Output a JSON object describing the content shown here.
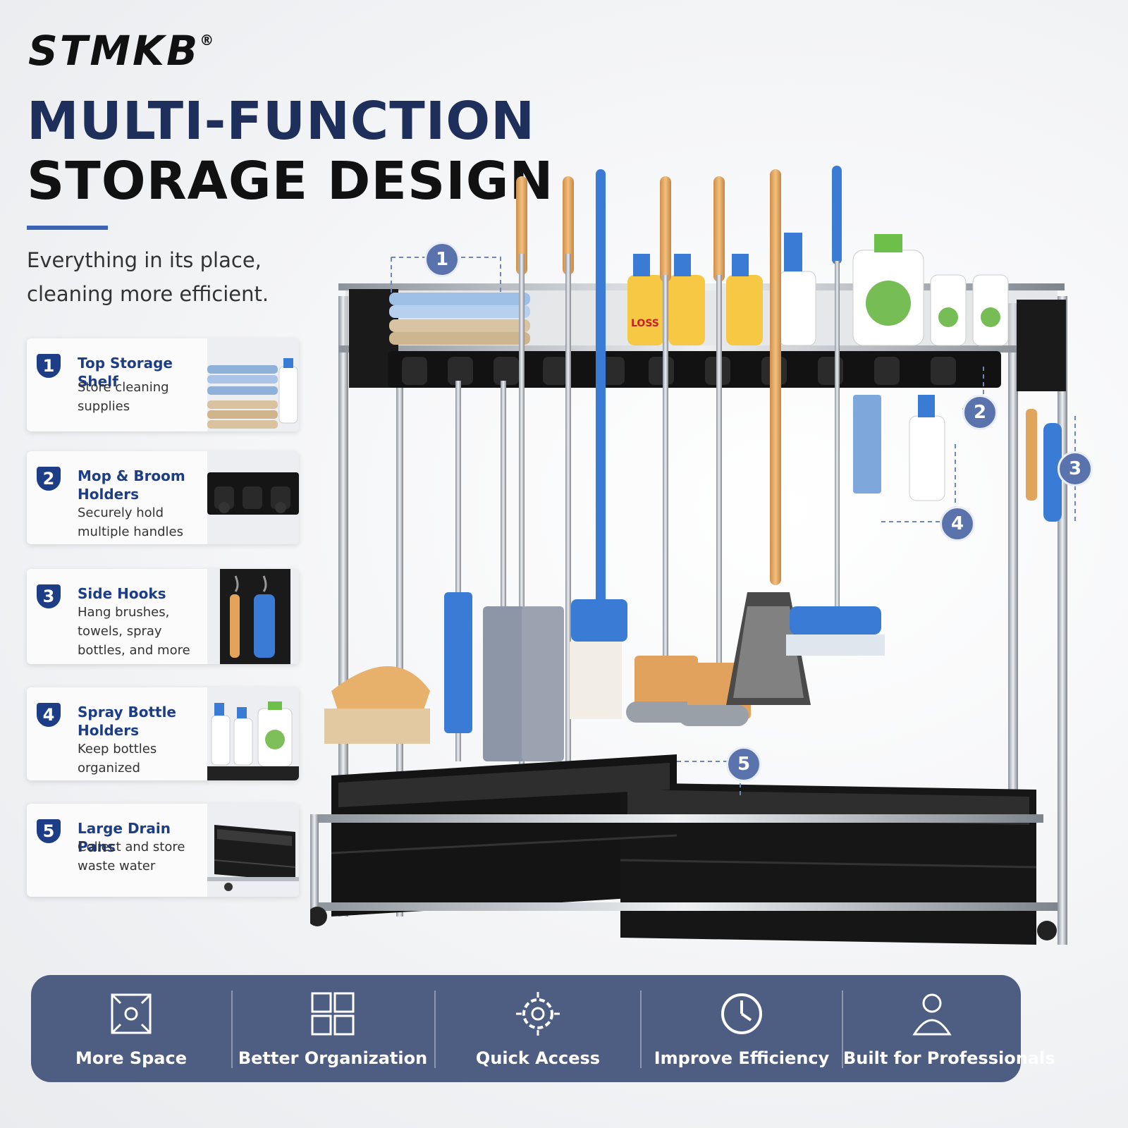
{
  "brand": {
    "name": "STMKB",
    "mark": "®"
  },
  "headline": {
    "line1": "MULTI-FUNCTION",
    "line2": "STORAGE DESIGN"
  },
  "tagline": {
    "line1": "Everything in its place,",
    "line2": "cleaning more efficient."
  },
  "features": [
    {
      "num": "1",
      "title": "Top Storage Shelf",
      "desc": "Store cleaning supplies"
    },
    {
      "num": "2",
      "title": "Mop & Broom Holders",
      "desc": "Securely hold multiple handles"
    },
    {
      "num": "3",
      "title": "Side Hooks",
      "desc": "Hang brushes, towels, spray bottles, and more"
    },
    {
      "num": "4",
      "title": "Spray Bottle Holders",
      "desc": "Keep bottles organized"
    },
    {
      "num": "5",
      "title": "Large Drain Pans",
      "desc": "Collect and store waste water"
    }
  ],
  "callouts": [
    "1",
    "2",
    "3",
    "4",
    "5"
  ],
  "bottle_label": "LOSS",
  "benefits": [
    {
      "label": "More Space",
      "icon": "expand-space-icon"
    },
    {
      "label": "Better Organization",
      "icon": "grid-organization-icon"
    },
    {
      "label": "Quick Access",
      "icon": "gear-access-icon"
    },
    {
      "label": "Improve Efficiency",
      "icon": "speed-clock-icon"
    },
    {
      "label": "Built for Professionals",
      "icon": "professional-person-icon"
    }
  ],
  "colors": {
    "navy": "#1d3e86",
    "accent": "#3c63b4",
    "bar": "#4e5d82",
    "wood": "#e2a35a",
    "blue": "#3a7bd5"
  }
}
